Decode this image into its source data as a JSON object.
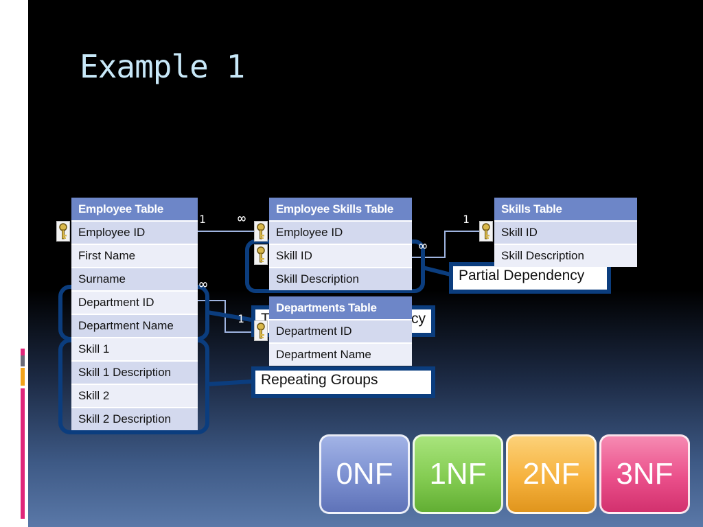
{
  "slide": {
    "title": "Example 1"
  },
  "employee_table": {
    "header": "Employee Table",
    "rows": [
      "Employee ID",
      "First Name",
      "Surname",
      "Department ID",
      "Department Name",
      "Skill 1",
      "Skill 1 Description",
      "Skill 2",
      "Skill 2 Description"
    ]
  },
  "employee_skills_table": {
    "header": "Employee Skills Table",
    "rows": [
      "Employee ID",
      "Skill ID",
      "Skill Description"
    ]
  },
  "skills_table": {
    "header": "Skills Table",
    "rows": [
      "Skill ID",
      "Skill Description"
    ]
  },
  "departments_table": {
    "header": "Departments Table",
    "rows": [
      "Department ID",
      "Department Name"
    ]
  },
  "relationships": {
    "one": "1",
    "many": "∞"
  },
  "callouts": {
    "partial": "Partial Dependency",
    "transitive_visible_end": "cy",
    "transitive_visible_start": "T",
    "repeating": "Repeating Groups"
  },
  "normal_forms": [
    {
      "label": "0NF",
      "color": "#7b8fd0"
    },
    {
      "label": "1NF",
      "color": "#84cc52"
    },
    {
      "label": "2NF",
      "color": "#f6b23e"
    },
    {
      "label": "3NF",
      "color": "#ea4f8a"
    }
  ],
  "theme": {
    "title_color": "#c8e8f8",
    "callout_border": "#0b3d7e",
    "header_color": "#6d86c8"
  }
}
